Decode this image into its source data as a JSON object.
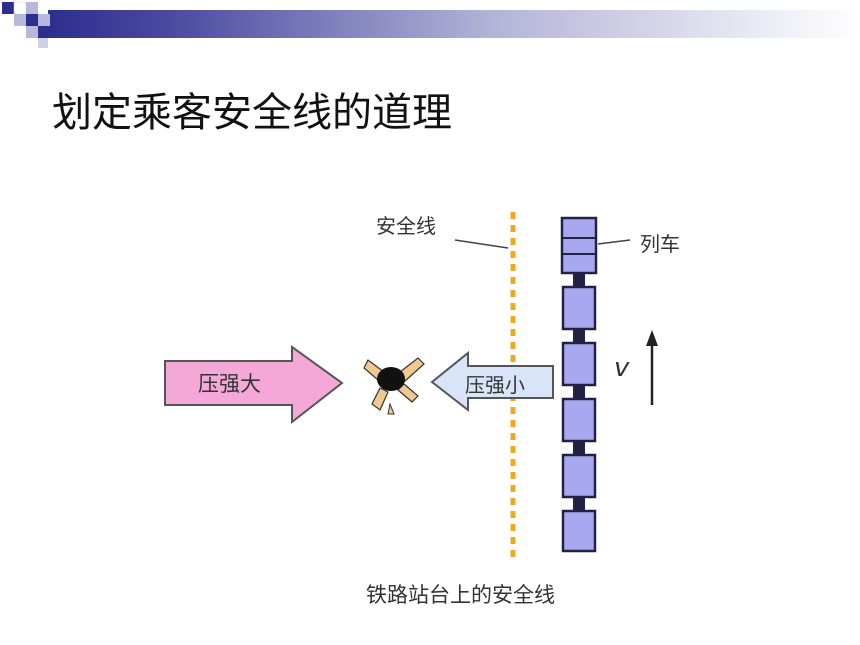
{
  "slide": {
    "title": "划定乘客安全线的道理"
  },
  "diagram": {
    "safety_line_label": "安全线",
    "train_label": "列车",
    "high_pressure_label": "压强大",
    "low_pressure_label": "压强小",
    "velocity_label": "v",
    "caption": "铁路站台上的安全线"
  },
  "colors": {
    "header_navy": "#2e2e8c",
    "header_gradient_end": "#ffffff",
    "square_light": "#b8b8dc",
    "safety_line": "#f0a820",
    "train_car": "#a8a8f0",
    "train_outline": "#222244",
    "high_arrow_fill": "#f4a8d8",
    "low_arrow_fill": "#d8e4f8"
  }
}
